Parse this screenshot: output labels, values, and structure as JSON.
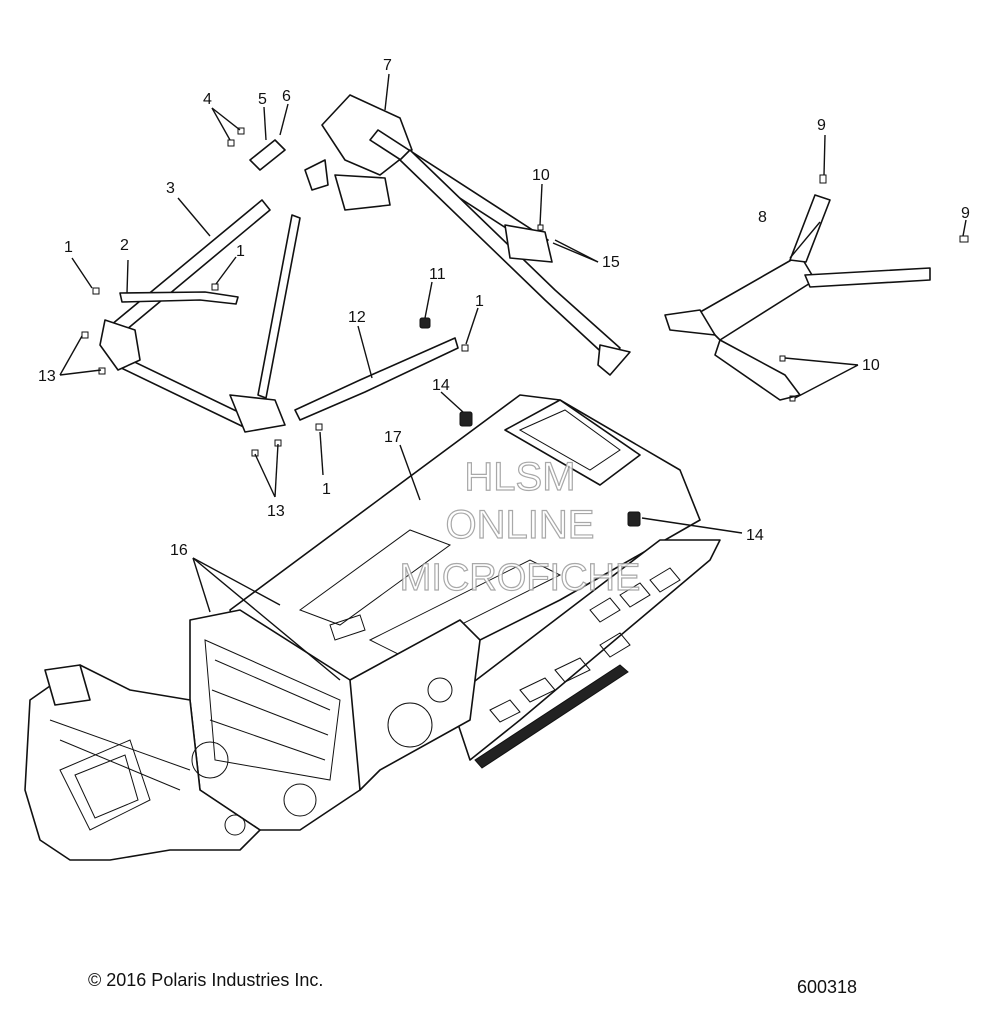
{
  "callouts": {
    "c1a": "1",
    "c1b": "1",
    "c1c": "1",
    "c1d": "1",
    "c2": "2",
    "c3": "3",
    "c4": "4",
    "c5": "5",
    "c6": "6",
    "c7": "7",
    "c8": "8",
    "c9a": "9",
    "c9b": "9",
    "c10a": "10",
    "c10b": "10",
    "c11": "11",
    "c12": "12",
    "c13a": "13",
    "c13b": "13",
    "c14a": "14",
    "c14b": "14",
    "c15": "15",
    "c16": "16",
    "c17": "17"
  },
  "watermark": {
    "line1": "HLSM",
    "line2": "ONLINE",
    "line3": "MICROFICHE"
  },
  "footer": {
    "copyright": "© 2016 Polaris Industries Inc.",
    "diagram_number": "600318"
  }
}
